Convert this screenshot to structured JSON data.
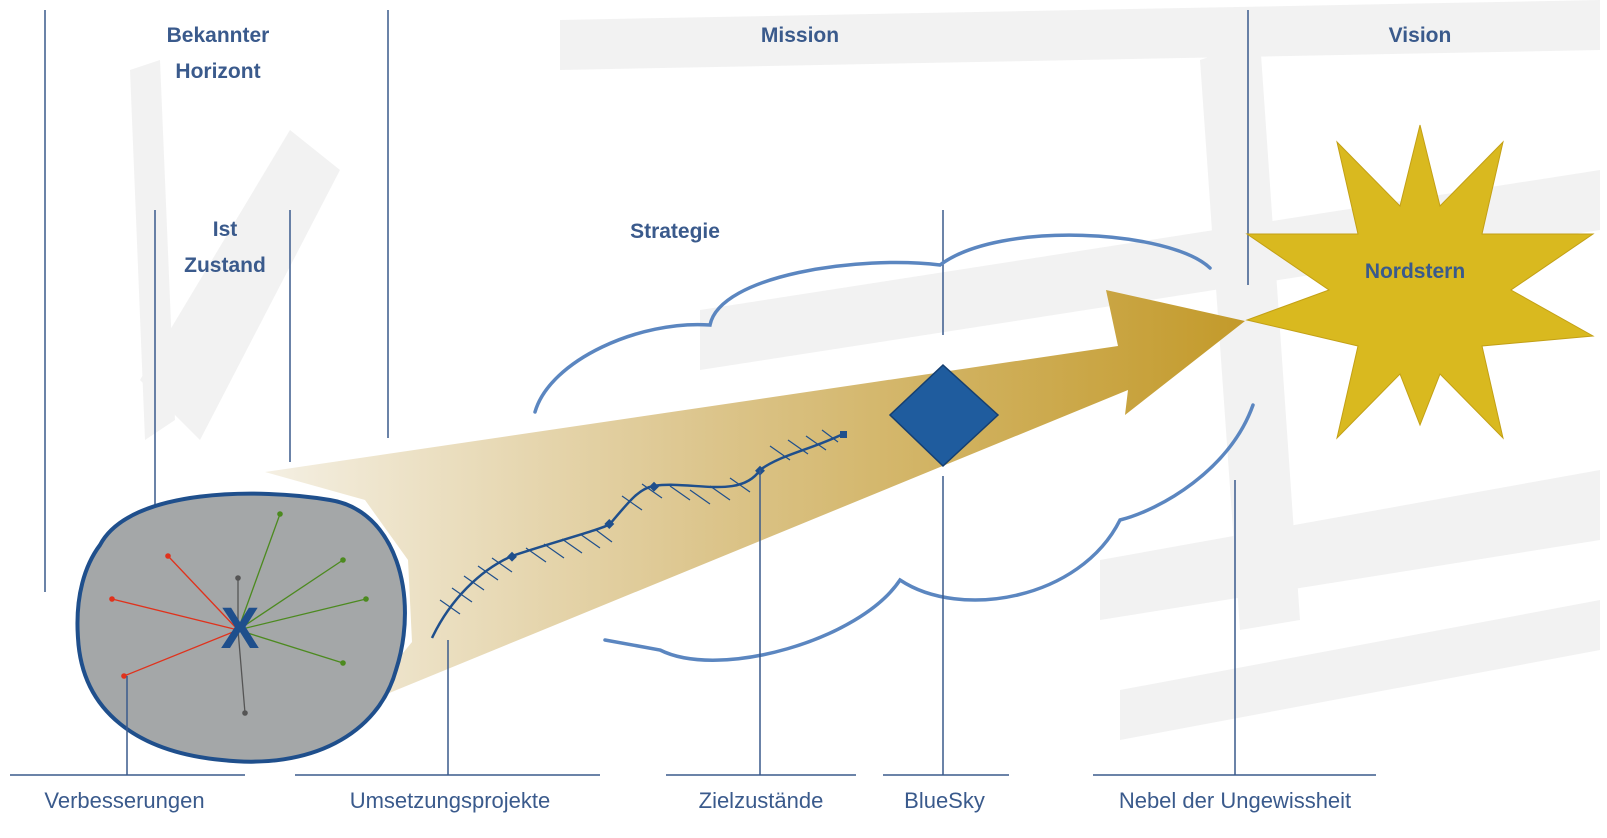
{
  "labels": {
    "bekannter_horizont": [
      "Bekannter",
      "Horizont"
    ],
    "ist_zustand": [
      "Ist",
      "Zustand"
    ],
    "mission": "Mission",
    "vision": "Vision",
    "strategie": "Strategie",
    "nordstern": "Nordstern",
    "x_mark": "X"
  },
  "bottom_labels": {
    "verbesserungen": "Verbesserungen",
    "umsetzungsprojekte": "Umsetzungsprojekte",
    "zielzustaende": "Zielzustände",
    "bluesky": "BlueSky",
    "nebel": "Nebel der Ungewissheit"
  },
  "colors": {
    "text": "#3a5a8c",
    "line": "#3a5a8c",
    "star": "#d9b91f",
    "arrow": "#c39a2a",
    "cloud": "#5b86c0",
    "diamond": "#1f5c9e",
    "blob": "#a4a7a8"
  }
}
